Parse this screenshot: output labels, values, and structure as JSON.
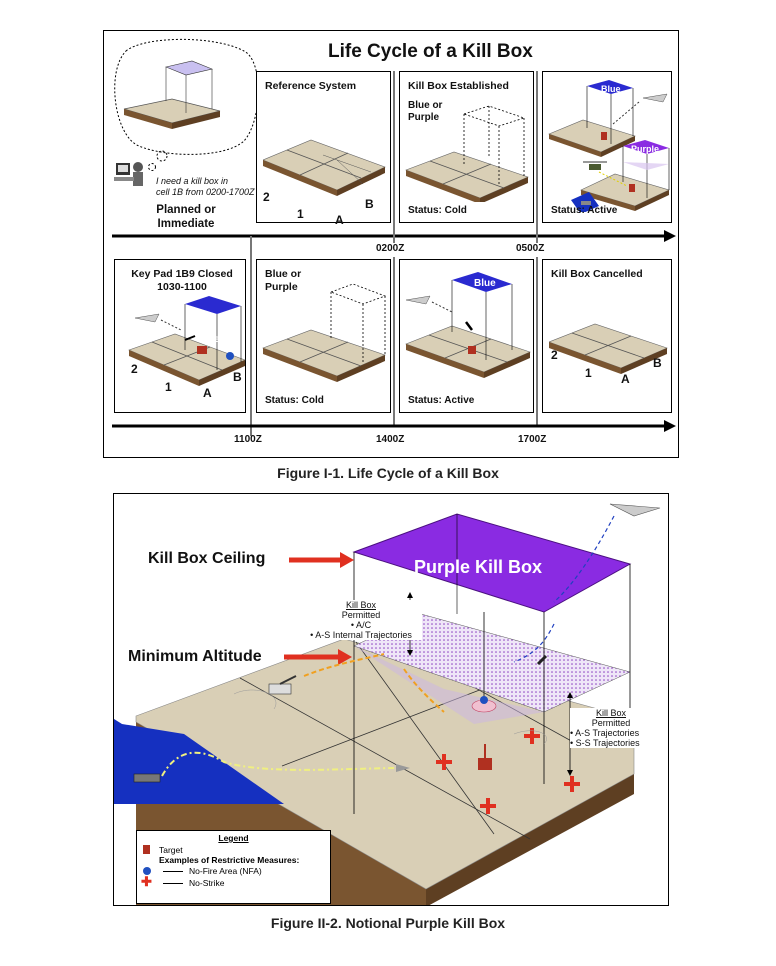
{
  "fig1": {
    "title": "Life Cycle of a Kill Box",
    "caption": "Figure I-1. Life Cycle of a Kill Box",
    "request_text": "I need a kill box in\ncell 1B from 0200-1700Z",
    "planned_label": "Planned or\nImmediate",
    "top_panels": [
      {
        "title": "Reference System",
        "status": ""
      },
      {
        "title": "Kill Box Established",
        "label": "Blue or\nPurple",
        "status": "Status: Cold"
      },
      {
        "title": "",
        "status": "Status: Active",
        "box1": "Blue",
        "box2": "Purple"
      }
    ],
    "bottom_panels": [
      {
        "title": "Key Pad 1B9 Closed\n1030-1100",
        "box": "Blue"
      },
      {
        "title": "Blue or\nPurple",
        "status": "Status: Cold"
      },
      {
        "title": "",
        "status": "Status: Active",
        "box": "Blue"
      },
      {
        "title": "Kill Box Cancelled",
        "status": ""
      }
    ],
    "grid_labels": {
      "row2": "2",
      "row1": "1",
      "colA": "A",
      "colB": "B"
    },
    "timeline_top": [
      "0200Z",
      "0500Z"
    ],
    "timeline_bottom": [
      "1100Z",
      "1400Z",
      "1700Z"
    ]
  },
  "fig2": {
    "caption": "Figure II-2. Notional Purple Kill Box",
    "box_label": "Purple Kill Box",
    "ceiling_label": "Kill Box Ceiling",
    "min_alt_label": "Minimum Altitude",
    "permit_upper": {
      "title": "Kill Box",
      "line1": "Permitted",
      "line2": "• A/C",
      "line3": "• A-S Internal Trajectories"
    },
    "permit_lower": {
      "title": "Kill Box",
      "line1": "Permitted",
      "line2": "• A-S Trajectories",
      "line3": "• S-S Trajectories"
    },
    "legend": {
      "title": "Legend",
      "target": "Target",
      "examples": "Examples of Restrictive Measures:",
      "nfa": "No-Fire Area (NFA)",
      "nostrike": "No-Strike"
    }
  },
  "colors": {
    "terrain_top": "#d9cfb6",
    "terrain_side": "#7a5530",
    "blue_box": "#2a2ad0",
    "purple_box": "#8a2be2",
    "water": "#1530c0",
    "arrow_red": "#e03020"
  }
}
